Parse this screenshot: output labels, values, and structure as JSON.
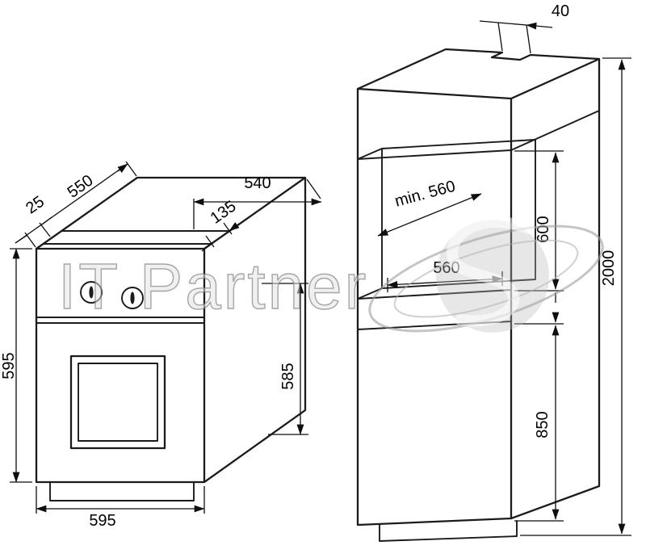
{
  "watermark": {
    "text": "IT Partner"
  },
  "oven": {
    "labels": {
      "front_offset": "25",
      "depth": "550",
      "top_width": "540",
      "panel_depth": "135",
      "height": "595",
      "body_height": "585",
      "width": "595"
    }
  },
  "cabinet": {
    "labels": {
      "top_notch": "40",
      "niche_depth": "min. 560",
      "niche_height": "600",
      "niche_width": "560",
      "total_height": "2000",
      "base_height": "850"
    }
  }
}
